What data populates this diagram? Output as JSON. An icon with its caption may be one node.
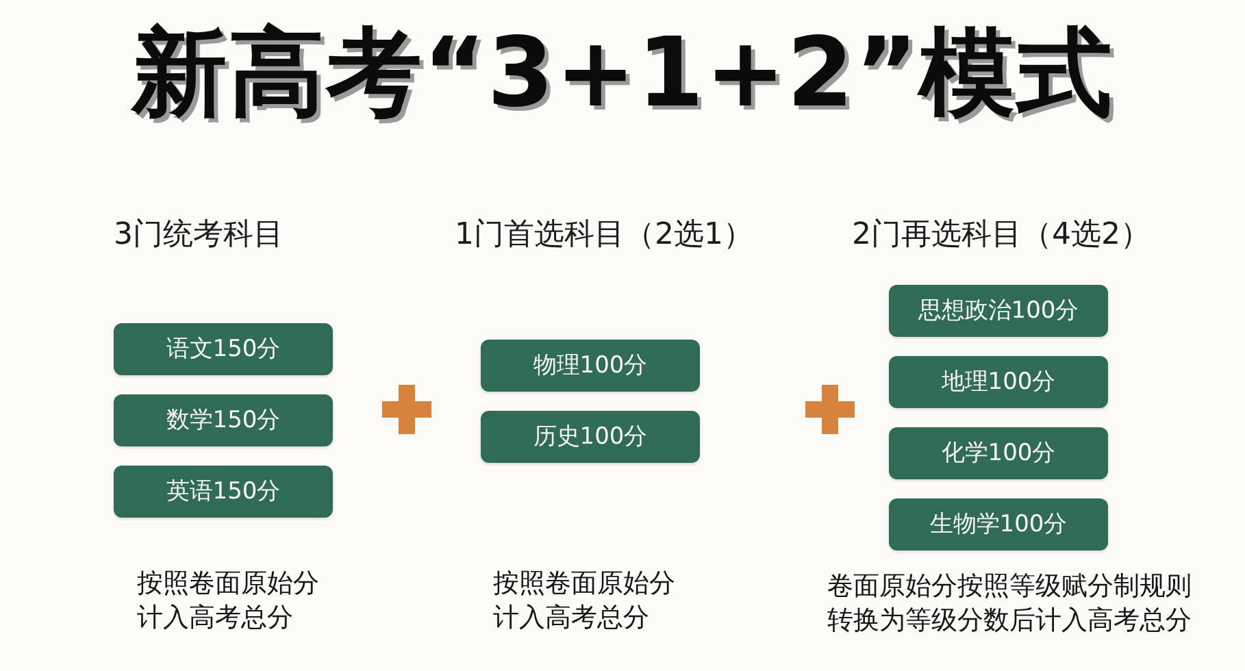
{
  "diagram": {
    "title": "新高考“3+1+2”模式",
    "nodes": [
      {
        "text": [
          "语文150分"
        ]
      },
      {
        "text": [
          "数学150分"
        ]
      },
      {
        "text": [
          "英语150分"
        ]
      },
      {
        "text": [
          "物理100分"
        ]
      },
      {
        "text": [
          "历史100分"
        ]
      },
      {
        "text": [
          "思想政治100分"
        ]
      },
      {
        "text": [
          "地理100分"
        ]
      },
      {
        "text": [
          "化学100分"
        ]
      },
      {
        "text": [
          "生物学100分"
        ]
      }
    ],
    "labels": [
      "3门统考科目",
      "1门首选科目（2选1）",
      "2门再选科目（4选2）",
      "按照卷面原始分计入高考总分",
      "按照卷面原始分计入高考总分",
      "卷面原始分按照等级赋分制规则转换为等级分数后计入高考总分"
    ]
  }
}
